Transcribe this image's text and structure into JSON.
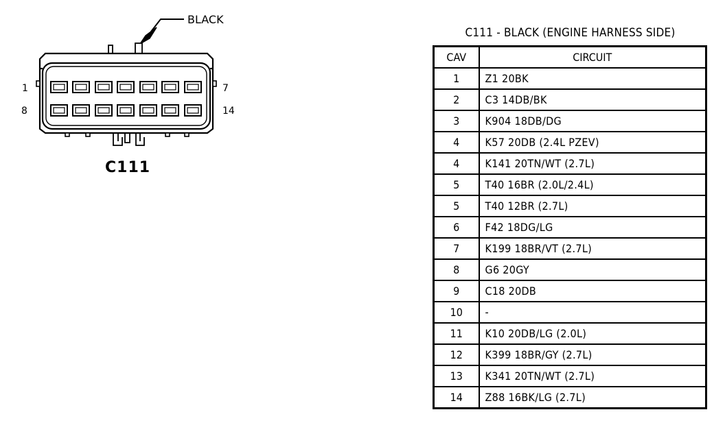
{
  "connector": {
    "callout_label": "BLACK",
    "connector_id": "C111",
    "pin_labels": {
      "top_left": "1",
      "top_right": "7",
      "bottom_left": "8",
      "bottom_right": "14"
    }
  },
  "table": {
    "title": "C111 - BLACK (ENGINE HARNESS SIDE)",
    "headers": [
      "CAV",
      "CIRCUIT"
    ],
    "rows": [
      {
        "cav": "1",
        "circuit": "Z1  20BK"
      },
      {
        "cav": "2",
        "circuit": "C3  14DB/BK"
      },
      {
        "cav": "3",
        "circuit": "K904  18DB/DG"
      },
      {
        "cav": "4",
        "circuit": "K57  20DB  (2.4L  PZEV)"
      },
      {
        "cav": "4",
        "circuit": "K141  20TN/WT  (2.7L)"
      },
      {
        "cav": "5",
        "circuit": "T40  16BR  (2.0L/2.4L)"
      },
      {
        "cav": "5",
        "circuit": "T40  12BR  (2.7L)"
      },
      {
        "cav": "6",
        "circuit": "F42  18DG/LG"
      },
      {
        "cav": "7",
        "circuit": "K199  18BR/VT  (2.7L)"
      },
      {
        "cav": "8",
        "circuit": "G6  20GY"
      },
      {
        "cav": "9",
        "circuit": "C18  20DB"
      },
      {
        "cav": "10",
        "circuit": "-"
      },
      {
        "cav": "11",
        "circuit": "K10  20DB/LG  (2.0L)"
      },
      {
        "cav": "12",
        "circuit": "K399  18BR/GY  (2.7L)"
      },
      {
        "cav": "13",
        "circuit": "K341  20TN/WT  (2.7L)"
      },
      {
        "cav": "14",
        "circuit": "Z88  16BK/LG  (2.7L)"
      }
    ]
  }
}
